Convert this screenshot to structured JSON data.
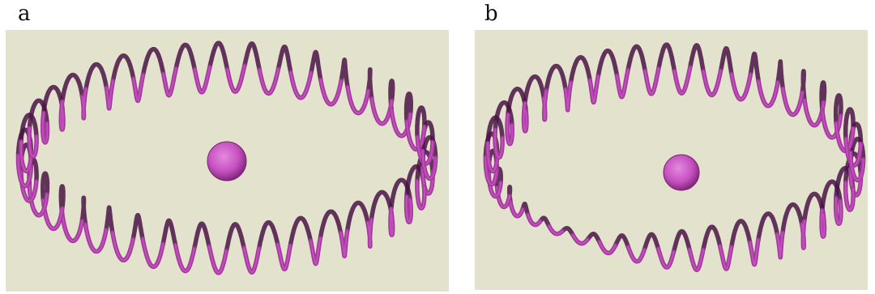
{
  "figure": {
    "panels": [
      {
        "label": "a",
        "shape": "helical-ring-with-central-sphere",
        "ring": "uniform"
      },
      {
        "label": "b",
        "shape": "helical-ring-with-central-sphere",
        "ring": "twisted-lower-left-section"
      }
    ]
  },
  "colors": {
    "background": "#e3e2cd",
    "helix_light": "#c550c0",
    "helix_mid": "#a23a9b",
    "helix_dark": "#4a1446",
    "sphere_light": "#e38ade",
    "sphere_dark": "#7a2474"
  }
}
